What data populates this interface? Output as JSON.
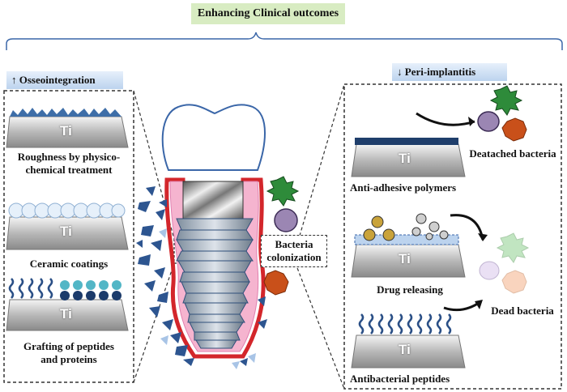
{
  "title": "Enhancing Clinical outcomes",
  "left_header": "↑ Osseointegration",
  "right_header": "↓ Peri-implantitis",
  "left_items": [
    {
      "label_line1": "Roughness by physico-",
      "label_line2": "chemical treatment",
      "ti": "Ti"
    },
    {
      "label_line1": "Ceramic coatings",
      "label_line2": "",
      "ti": "Ti"
    },
    {
      "label_line1": "Grafting of peptides",
      "label_line2": "and proteins",
      "ti": "Ti"
    }
  ],
  "right_items": [
    {
      "label": "Anti-adhesive polymers",
      "ti": "Ti"
    },
    {
      "label": "Drug releasing",
      "ti": "Ti"
    },
    {
      "label": "Antibacterial peptides",
      "ti": "Ti"
    }
  ],
  "center_label_line1": "Bacteria",
  "center_label_line2": "colonization",
  "detached_label": "Deatached bacteria",
  "dead_label": "Dead bacteria",
  "colors": {
    "implant_red": "#d3262b",
    "coating_pink": "#f5b4cf",
    "tooth_outline": "#3a66a8",
    "header_fill": "#bcd3ee",
    "title_fill": "#d8ecc2"
  }
}
